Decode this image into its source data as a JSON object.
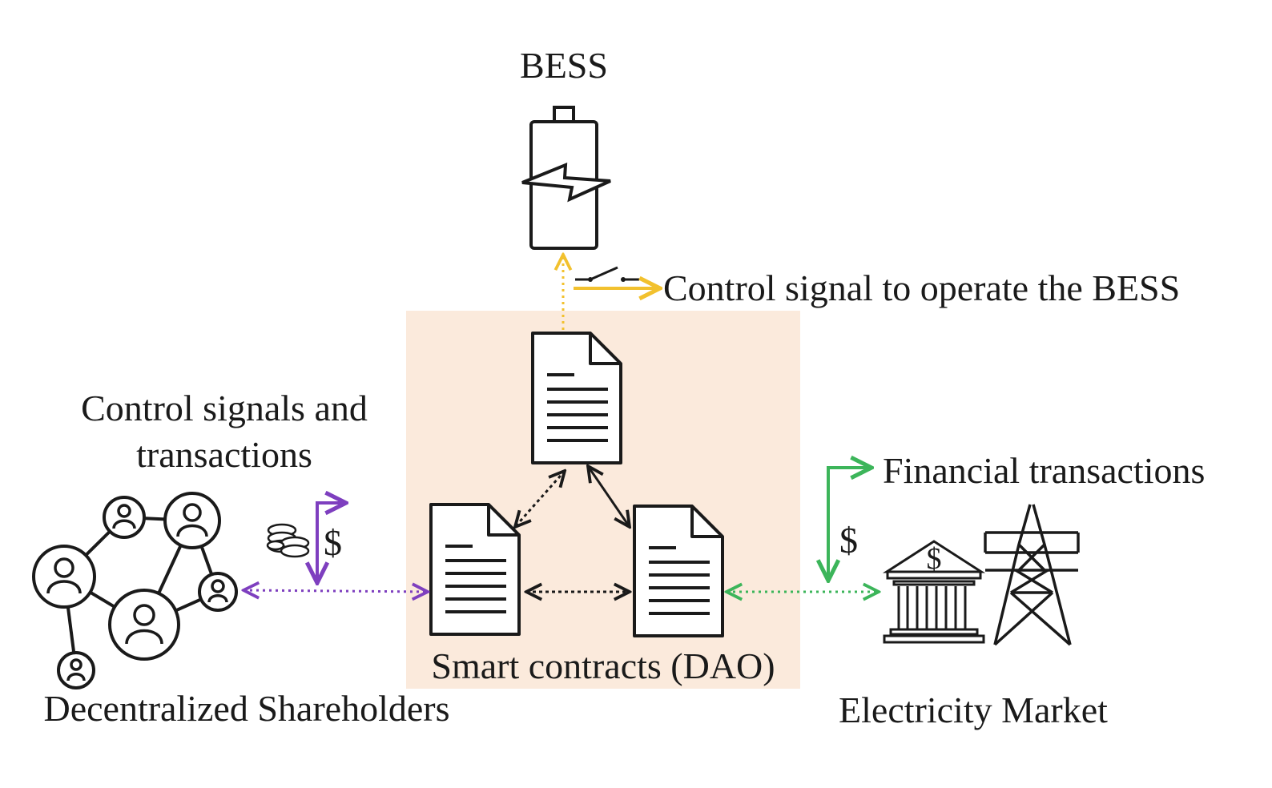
{
  "nodes": {
    "bess": {
      "label": "BESS"
    },
    "smart_contracts": {
      "label": "Smart contracts (DAO)"
    },
    "shareholders": {
      "label": "Decentralized Shareholders"
    },
    "market": {
      "label": "Electricity Market"
    }
  },
  "flows": {
    "bess_control": {
      "label": "Control signal to operate the BESS"
    },
    "shareholder_signals": {
      "line1": "Control signals and",
      "line2": "transactions"
    },
    "financial": {
      "label": "Financial transactions"
    }
  },
  "symbols": {
    "dollar": "$",
    "bank_dollar": "$"
  },
  "icons": {
    "bess": "battery-icon",
    "contracts": "document-icon",
    "shareholders": "people-network-icon",
    "coins": "coins-icon",
    "bank": "bank-icon",
    "tower": "transmission-tower-icon",
    "switch": "switch-icon"
  },
  "colors": {
    "contracts_bg": "#fbeadc",
    "bess_flow": "#f2c12e",
    "shareholder_flow": "#7e3fbf",
    "market_flow": "#3cb55a",
    "ink": "#1a1a1a"
  }
}
